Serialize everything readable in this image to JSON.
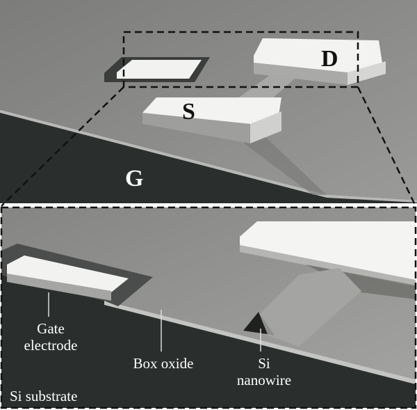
{
  "top_view": {
    "source_label": "S",
    "drain_label": "D",
    "gate_label": "G"
  },
  "zoom_view": {
    "gate_electrode_label": "Gate electrode",
    "box_oxide_label": "Box oxide",
    "si_nanowire_label": "Si nanowire",
    "si_substrate_label": "Si substrate"
  },
  "colors": {
    "oxide": "#8c8c8a",
    "substrate": "#2a2e2d",
    "electrode": "#f4f4f2"
  }
}
